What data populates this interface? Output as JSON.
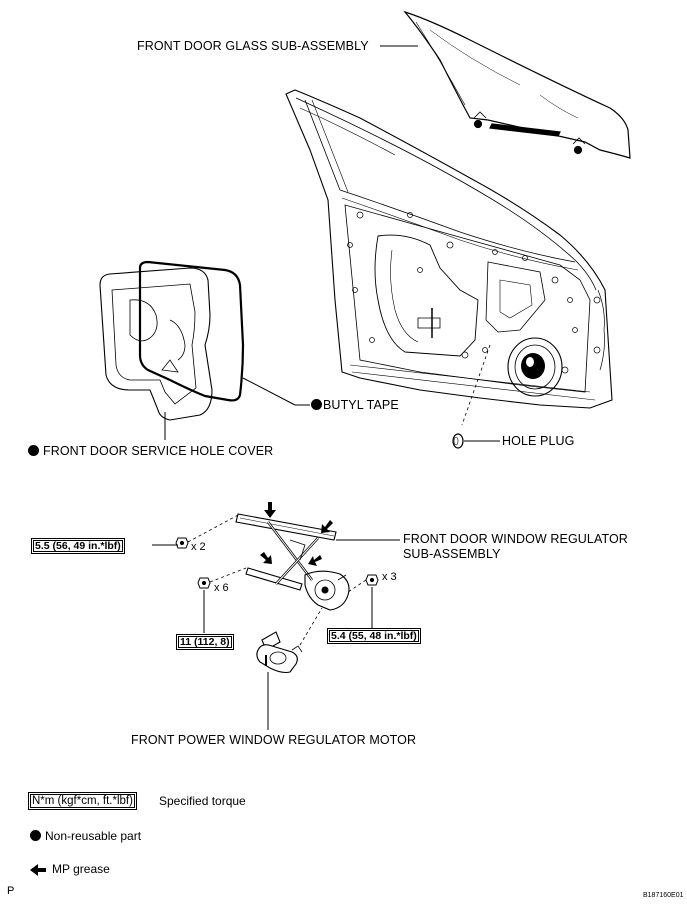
{
  "labels": {
    "glass": "FRONT DOOR GLASS SUB-ASSEMBLY",
    "butyl": "BUTYL TAPE",
    "service_cover": "FRONT DOOR SERVICE HOLE COVER",
    "hole_plug": "HOLE PLUG",
    "regulator_line1": "FRONT DOOR WINDOW REGULATOR",
    "regulator_line2": "SUB-ASSEMBLY",
    "motor": "FRONT POWER WINDOW REGULATOR MOTOR"
  },
  "torques": {
    "t1": "5.5 (56, 49 in.*lbf)",
    "t2": "11 (112, 8)",
    "t3": "5.4 (55, 48 in.*lbf)"
  },
  "quantities": {
    "q1": "x 2",
    "q2": "x 6",
    "q3": "x 3"
  },
  "legend": {
    "torque_unit": "N*m (kgf*cm, ft.*lbf)",
    "torque_desc": "Specified torque",
    "nonreusable": "Non-reusable part",
    "grease": "MP grease"
  },
  "footer": {
    "page_mark": "P",
    "figure_id": "B187160E01"
  },
  "icons": [
    "non-reusable-dot-icon",
    "grease-arrow-icon",
    "bolt-icon",
    "speaker-icon"
  ],
  "colors": {
    "ink": "#000000",
    "paper": "#ffffff"
  }
}
